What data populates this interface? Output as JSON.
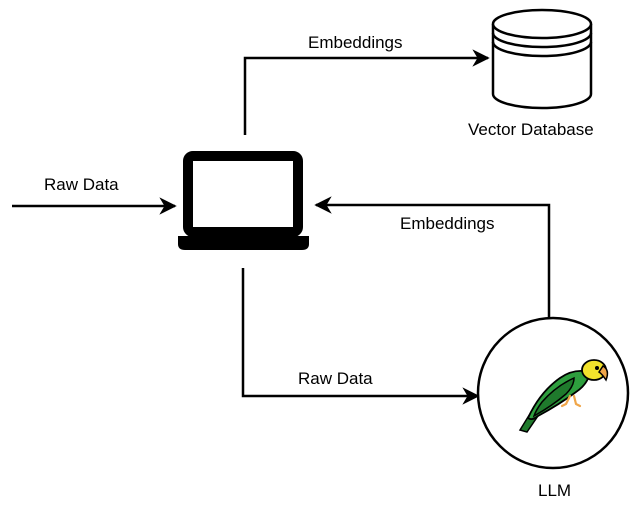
{
  "edges": {
    "raw_data_in": {
      "label": "Raw Data"
    },
    "embeddings_to_db": {
      "label": "Embeddings"
    },
    "embeddings_from_llm": {
      "label": "Embeddings"
    },
    "raw_data_to_llm": {
      "label": "Raw Data"
    }
  },
  "nodes": {
    "computer": {
      "icon": "laptop-icon"
    },
    "vector_db": {
      "label": "Vector Database",
      "icon": "database-icon"
    },
    "llm": {
      "label": "LLM",
      "icon": "parrot-icon"
    }
  },
  "colors": {
    "stroke": "#000000",
    "background": "#ffffff",
    "parrot_body": "#2e9e3e",
    "parrot_wing": "#1f7a2c",
    "parrot_head": "#f2e22c",
    "parrot_beak": "#f0a64a"
  }
}
